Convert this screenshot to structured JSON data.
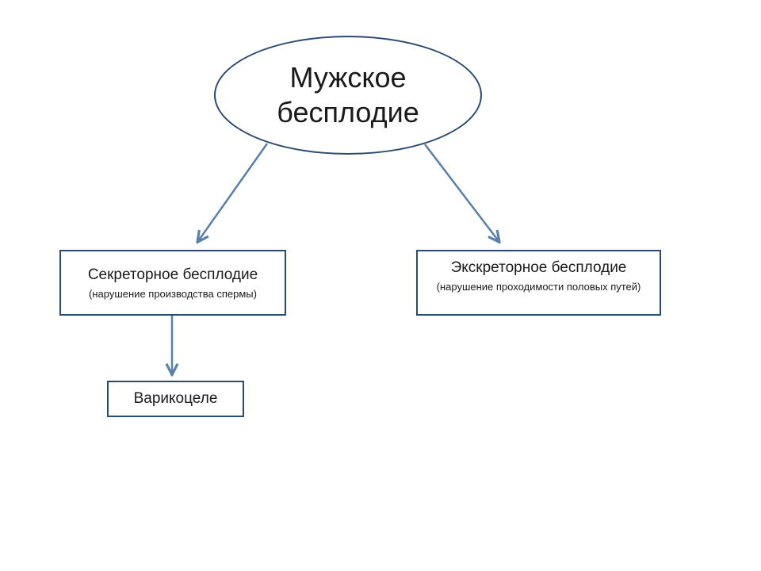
{
  "diagram": {
    "root": {
      "title": "Мужское бесплодие"
    },
    "secretory": {
      "title": "Секреторное бесплодие",
      "note": "(нарушение производства спермы)"
    },
    "excretory": {
      "title": "Экскреторное бесплодие",
      "note": "(нарушение проходимости половых путей)"
    },
    "varicocele": {
      "title": "Варикоцеле"
    },
    "colors": {
      "border": "#2b4a6f",
      "arrow": "#5b7fa8"
    }
  }
}
